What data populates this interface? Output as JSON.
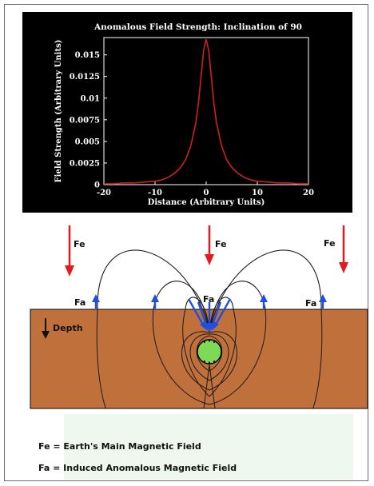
{
  "chart_data": {
    "type": "line",
    "title": "Anomalous Field Strength: Inclination of 90",
    "xlabel": "Distance (Arbitrary Units)",
    "ylabel": "Field Strength (Arbitrary Units)",
    "xlim": [
      -20,
      20
    ],
    "ylim": [
      0,
      0.017
    ],
    "x_ticks": [
      -20,
      -10,
      0,
      10,
      20
    ],
    "x_tick_labels": [
      "-20",
      "-10",
      "0",
      "10",
      "20"
    ],
    "y_ticks": [
      0,
      0.0025,
      0.005,
      0.0075,
      0.01,
      0.0125,
      0.015
    ],
    "y_tick_labels": [
      "0",
      "0.0025",
      "0.005",
      "0.0075",
      "0.01",
      "0.0125",
      "0.015"
    ],
    "grid": false,
    "series": [
      {
        "color": "#d0201e",
        "x": [
          -20,
          -18,
          -16,
          -14,
          -12,
          -10,
          -9,
          -8,
          -7,
          -6,
          -5,
          -4,
          -3,
          -2,
          -1.5,
          -1,
          -0.5,
          0,
          0.5,
          1,
          1.5,
          2,
          3,
          4,
          5,
          6,
          7,
          8,
          9,
          10,
          12,
          14,
          16,
          18,
          20
        ],
        "y": [
          0.0001,
          0.0001,
          0.0002,
          0.0002,
          0.0003,
          0.0004,
          0.0005,
          0.0007,
          0.001,
          0.0014,
          0.002,
          0.0029,
          0.0045,
          0.0072,
          0.0095,
          0.0125,
          0.0155,
          0.0168,
          0.0155,
          0.0125,
          0.0095,
          0.0072,
          0.0045,
          0.0029,
          0.002,
          0.0014,
          0.001,
          0.0007,
          0.0005,
          0.0004,
          0.0003,
          0.0002,
          0.0002,
          0.0001,
          0.0001
        ]
      }
    ]
  },
  "diagram": {
    "fe_label": "Fe",
    "fa_label": "Fa",
    "depth_label": "Depth",
    "colors": {
      "ground": "#c0703a",
      "sphere": "#7ed957",
      "field_arrow": "#e01d1d",
      "induced_arrow": "#1f4fe0",
      "field_line": "#1a1a1a"
    }
  },
  "legend": {
    "line1": "Fe = Earth's Main Magnetic Field",
    "line2": "Fa = Induced Anomalous Magnetic Field"
  }
}
